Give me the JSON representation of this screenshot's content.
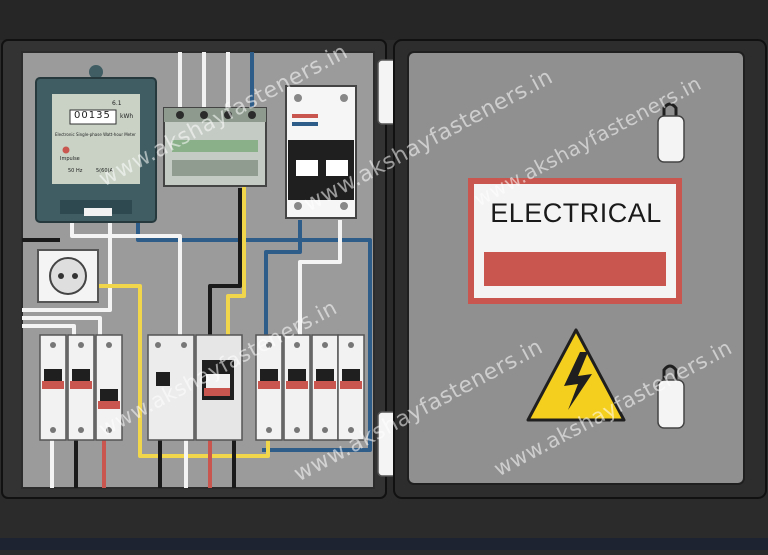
{
  "sign": {
    "title": "ELECTRICAL"
  },
  "meter": {
    "digits": "00135",
    "unit": "kWh",
    "constant": "6.1",
    "description": "Electronic Single-phase Watt-hour Meter",
    "impulse_label": "Impulse",
    "frequency": "50 Hz",
    "rating": "5(60)A"
  },
  "watermark": {
    "text": "www.akshayfasteners.in"
  },
  "colors": {
    "enclosure_frame": "#2e2e2e",
    "back_panel": "#9a9a9a",
    "door_panel": "#8f8f8f",
    "sign_border": "#c9574f",
    "warning_yellow": "#f5cf1e",
    "breaker_red": "#c9574f",
    "meter_body": "#3f5d63"
  },
  "icons": [
    "warning-triangle-icon",
    "lightning-bolt-icon",
    "padlock-icon",
    "hinge-icon",
    "power-socket-icon"
  ]
}
